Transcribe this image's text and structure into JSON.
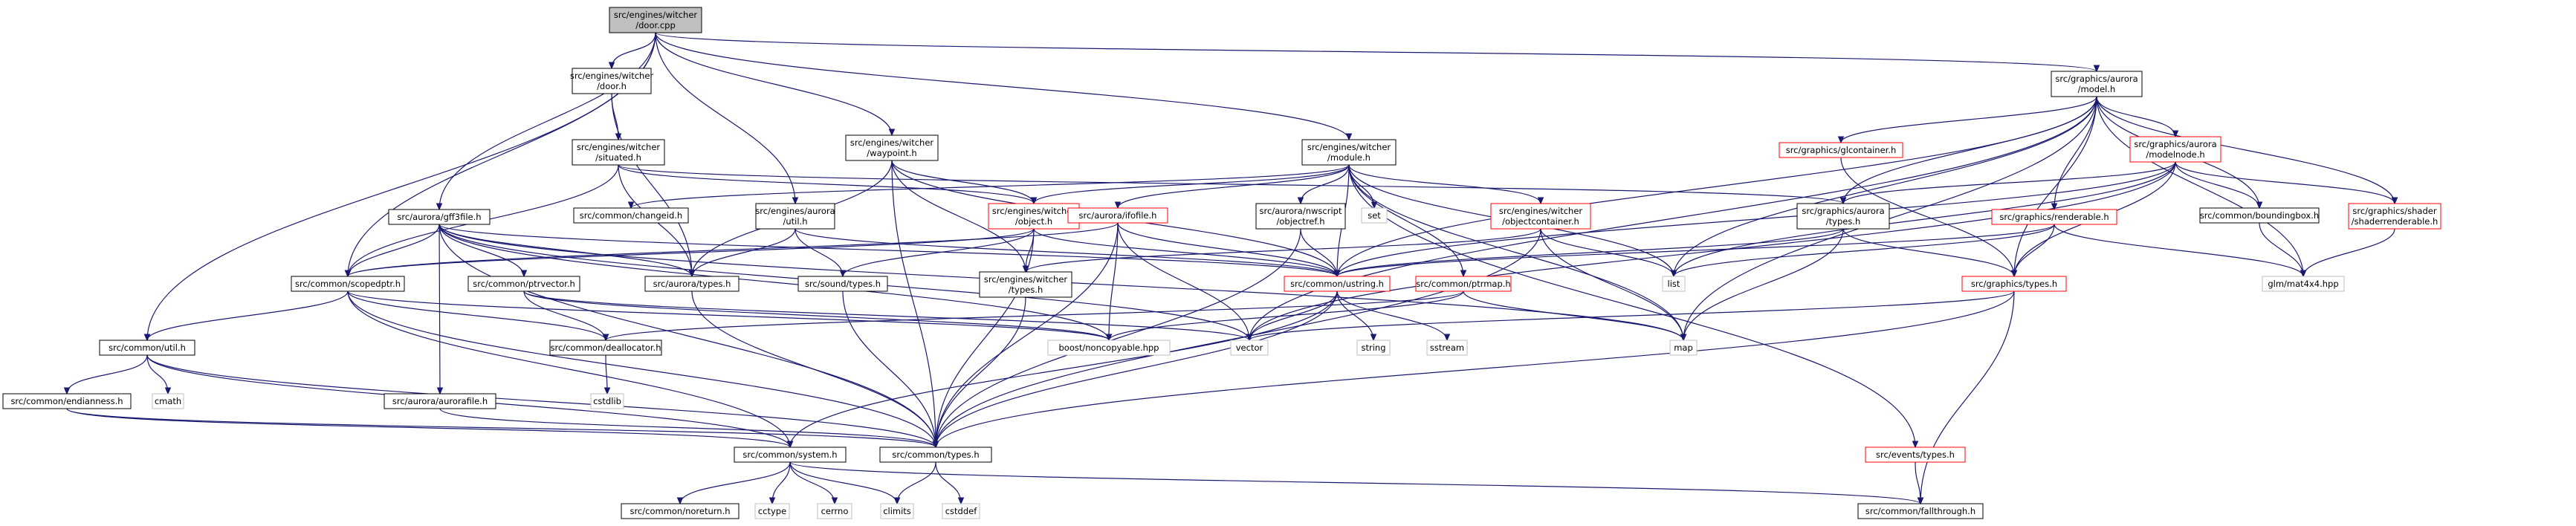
{
  "title": "src/engines/witcher/door.cpp include dependency graph",
  "colors": {
    "edge": "#191970",
    "root_fill": "#bfbfbf",
    "red_border": "#ff0000",
    "system_border": "#bfbfbf"
  },
  "nodes": [
    {
      "id": "door_cpp",
      "lines": [
        "src/engines/witcher",
        "/door.cpp"
      ],
      "style": "root"
    },
    {
      "id": "door_h",
      "lines": [
        "src/engines/witcher",
        "/door.h"
      ],
      "style": "normal"
    },
    {
      "id": "situated_h",
      "lines": [
        "src/engines/witcher",
        "/situated.h"
      ],
      "style": "normal"
    },
    {
      "id": "waypoint_h",
      "lines": [
        "src/engines/witcher",
        "/waypoint.h"
      ],
      "style": "normal"
    },
    {
      "id": "module_h",
      "lines": [
        "src/engines/witcher",
        "/module.h"
      ],
      "style": "normal"
    },
    {
      "id": "model_h",
      "lines": [
        "src/graphics/aurora",
        "/model.h"
      ],
      "style": "normal"
    },
    {
      "id": "glcontainer_h",
      "lines": [
        "src/graphics/glcontainer.h"
      ],
      "style": "red"
    },
    {
      "id": "modelnode_h",
      "lines": [
        "src/graphics/aurora",
        "/modelnode.h"
      ],
      "style": "red"
    },
    {
      "id": "changeid_h",
      "lines": [
        "src/common/changeid.h"
      ],
      "style": "normal"
    },
    {
      "id": "object_h",
      "lines": [
        "src/engines/witcher",
        "/object.h"
      ],
      "style": "red"
    },
    {
      "id": "ifofile_h",
      "lines": [
        "src/aurora/ifofile.h"
      ],
      "style": "red"
    },
    {
      "id": "objectref_h",
      "lines": [
        "src/aurora/nwscript",
        "/objectref.h"
      ],
      "style": "normal"
    },
    {
      "id": "set",
      "lines": [
        "set"
      ],
      "style": "sys"
    },
    {
      "id": "objectcontainer_h",
      "lines": [
        "src/engines/witcher",
        "/objectcontainer.h"
      ],
      "style": "red"
    },
    {
      "id": "gfx_aurora_types_h",
      "lines": [
        "src/graphics/aurora",
        "/types.h"
      ],
      "style": "normal"
    },
    {
      "id": "renderable_h",
      "lines": [
        "src/graphics/renderable.h"
      ],
      "style": "red"
    },
    {
      "id": "boundingbox_h",
      "lines": [
        "src/common/boundingbox.h"
      ],
      "style": "normal"
    },
    {
      "id": "shaderrenderable_h",
      "lines": [
        "src/graphics/shader",
        "/shaderrenderable.h"
      ],
      "style": "red"
    },
    {
      "id": "gff3file_h",
      "lines": [
        "src/aurora/gff3file.h"
      ],
      "style": "normal"
    },
    {
      "id": "eng_aurora_util_h",
      "lines": [
        "src/engines/aurora",
        "/util.h"
      ],
      "style": "normal"
    },
    {
      "id": "scopedptr_h",
      "lines": [
        "src/common/scopedptr.h"
      ],
      "style": "normal"
    },
    {
      "id": "ptrvector_h",
      "lines": [
        "src/common/ptrvector.h"
      ],
      "style": "normal"
    },
    {
      "id": "aurora_types_h",
      "lines": [
        "src/aurora/types.h"
      ],
      "style": "normal"
    },
    {
      "id": "sound_types_h",
      "lines": [
        "src/sound/types.h"
      ],
      "style": "normal"
    },
    {
      "id": "witcher_types_h",
      "lines": [
        "src/engines/witcher",
        "/types.h"
      ],
      "style": "normal"
    },
    {
      "id": "ustring_h",
      "lines": [
        "src/common/ustring.h"
      ],
      "style": "red"
    },
    {
      "id": "ptrmap_h",
      "lines": [
        "src/common/ptrmap.h"
      ],
      "style": "red"
    },
    {
      "id": "list",
      "lines": [
        "list"
      ],
      "style": "sys"
    },
    {
      "id": "gfx_types_h",
      "lines": [
        "src/graphics/types.h"
      ],
      "style": "red"
    },
    {
      "id": "glm_mat4x4",
      "lines": [
        "glm/mat4x4.hpp"
      ],
      "style": "sys"
    },
    {
      "id": "util_h",
      "lines": [
        "src/common/util.h"
      ],
      "style": "normal"
    },
    {
      "id": "deallocator_h",
      "lines": [
        "src/common/deallocator.h"
      ],
      "style": "normal"
    },
    {
      "id": "noncopyable",
      "lines": [
        "boost/noncopyable.hpp"
      ],
      "style": "sys"
    },
    {
      "id": "vector",
      "lines": [
        "vector"
      ],
      "style": "sys"
    },
    {
      "id": "map",
      "lines": [
        "map"
      ],
      "style": "sys"
    },
    {
      "id": "string",
      "lines": [
        "string"
      ],
      "style": "sys"
    },
    {
      "id": "sstream",
      "lines": [
        "sstream"
      ],
      "style": "sys"
    },
    {
      "id": "cmath",
      "lines": [
        "cmath"
      ],
      "style": "sys"
    },
    {
      "id": "endianness_h",
      "lines": [
        "src/common/endianness.h"
      ],
      "style": "normal"
    },
    {
      "id": "aurorafile_h",
      "lines": [
        "src/aurora/aurorafile.h"
      ],
      "style": "normal"
    },
    {
      "id": "cstdlib",
      "lines": [
        "cstdlib"
      ],
      "style": "sys"
    },
    {
      "id": "events_types_h",
      "lines": [
        "src/events/types.h"
      ],
      "style": "red"
    },
    {
      "id": "system_h",
      "lines": [
        "src/common/system.h"
      ],
      "style": "normal"
    },
    {
      "id": "common_types_h",
      "lines": [
        "src/common/types.h"
      ],
      "style": "normal"
    },
    {
      "id": "noreturn_h",
      "lines": [
        "src/common/noreturn.h"
      ],
      "style": "normal"
    },
    {
      "id": "cctype",
      "lines": [
        "cctype"
      ],
      "style": "sys"
    },
    {
      "id": "cerrno",
      "lines": [
        "cerrno"
      ],
      "style": "sys"
    },
    {
      "id": "climits",
      "lines": [
        "climits"
      ],
      "style": "sys"
    },
    {
      "id": "cstddef",
      "lines": [
        "cstddef"
      ],
      "style": "sys"
    },
    {
      "id": "fallthrough_h",
      "lines": [
        "src/common/fallthrough.h"
      ],
      "style": "normal"
    }
  ],
  "edges": [
    [
      "door_cpp",
      "door_h"
    ],
    [
      "door_cpp",
      "waypoint_h"
    ],
    [
      "door_cpp",
      "module_h"
    ],
    [
      "door_cpp",
      "model_h"
    ],
    [
      "door_cpp",
      "gff3file_h"
    ],
    [
      "door_cpp",
      "eng_aurora_util_h"
    ],
    [
      "door_cpp",
      "scopedptr_h"
    ],
    [
      "door_cpp",
      "util_h"
    ],
    [
      "door_h",
      "situated_h"
    ],
    [
      "door_h",
      "aurora_types_h"
    ],
    [
      "situated_h",
      "object_h"
    ],
    [
      "situated_h",
      "gfx_aurora_types_h"
    ],
    [
      "situated_h",
      "scopedptr_h"
    ],
    [
      "situated_h",
      "aurora_types_h"
    ],
    [
      "waypoint_h",
      "object_h"
    ],
    [
      "waypoint_h",
      "aurora_types_h"
    ],
    [
      "waypoint_h",
      "ustring_h"
    ],
    [
      "waypoint_h",
      "witcher_types_h"
    ],
    [
      "waypoint_h",
      "common_types_h"
    ],
    [
      "module_h",
      "object_h"
    ],
    [
      "module_h",
      "ifofile_h"
    ],
    [
      "module_h",
      "objectref_h"
    ],
    [
      "module_h",
      "set"
    ],
    [
      "module_h",
      "objectcontainer_h"
    ],
    [
      "module_h",
      "changeid_h"
    ],
    [
      "module_h",
      "ustring_h"
    ],
    [
      "module_h",
      "ptrmap_h"
    ],
    [
      "module_h",
      "list"
    ],
    [
      "module_h",
      "map"
    ],
    [
      "module_h",
      "events_types_h"
    ],
    [
      "model_h",
      "glcontainer_h"
    ],
    [
      "model_h",
      "modelnode_h"
    ],
    [
      "model_h",
      "renderable_h"
    ],
    [
      "model_h",
      "boundingbox_h"
    ],
    [
      "model_h",
      "shaderrenderable_h"
    ],
    [
      "model_h",
      "gfx_aurora_types_h"
    ],
    [
      "model_h",
      "gfx_types_h"
    ],
    [
      "model_h",
      "glm_mat4x4"
    ],
    [
      "model_h",
      "ustring_h"
    ],
    [
      "model_h",
      "list"
    ],
    [
      "model_h",
      "vector"
    ],
    [
      "model_h",
      "map"
    ],
    [
      "glcontainer_h",
      "gfx_types_h"
    ],
    [
      "modelnode_h",
      "gfx_aurora_types_h"
    ],
    [
      "modelnode_h",
      "boundingbox_h"
    ],
    [
      "modelnode_h",
      "shaderrenderable_h"
    ],
    [
      "modelnode_h",
      "ustring_h"
    ],
    [
      "modelnode_h",
      "gfx_types_h"
    ],
    [
      "modelnode_h",
      "list"
    ],
    [
      "modelnode_h",
      "vector"
    ],
    [
      "renderable_h",
      "gfx_types_h"
    ],
    [
      "renderable_h",
      "glm_mat4x4"
    ],
    [
      "renderable_h",
      "list"
    ],
    [
      "renderable_h",
      "ustring_h"
    ],
    [
      "boundingbox_h",
      "glm_mat4x4"
    ],
    [
      "shaderrenderable_h",
      "glm_mat4x4"
    ],
    [
      "object_h",
      "witcher_types_h"
    ],
    [
      "object_h",
      "sound_types_h"
    ],
    [
      "object_h",
      "ustring_h"
    ],
    [
      "object_h",
      "scopedptr_h"
    ],
    [
      "object_h",
      "common_types_h"
    ],
    [
      "ifofile_h",
      "ustring_h"
    ],
    [
      "ifofile_h",
      "scopedptr_h"
    ],
    [
      "ifofile_h",
      "noncopyable"
    ],
    [
      "ifofile_h",
      "vector"
    ],
    [
      "ifofile_h",
      "common_types_h"
    ],
    [
      "objectref_h",
      "ustring_h"
    ],
    [
      "objectref_h",
      "common_types_h"
    ],
    [
      "objectcontainer_h",
      "witcher_types_h"
    ],
    [
      "objectcontainer_h",
      "list"
    ],
    [
      "objectcontainer_h",
      "map"
    ],
    [
      "objectcontainer_h",
      "common_types_h"
    ],
    [
      "gfx_aurora_types_h",
      "gfx_types_h"
    ],
    [
      "gfx_aurora_types_h",
      "ustring_h"
    ],
    [
      "gfx_aurora_types_h",
      "map"
    ],
    [
      "gfx_types_h",
      "common_types_h"
    ],
    [
      "gfx_types_h",
      "vector"
    ],
    [
      "gfx_types_h",
      "fallthrough_h"
    ],
    [
      "gff3file_h",
      "scopedptr_h"
    ],
    [
      "gff3file_h",
      "ptrvector_h"
    ],
    [
      "gff3file_h",
      "aurora_types_h"
    ],
    [
      "gff3file_h",
      "aurorafile_h"
    ],
    [
      "gff3file_h",
      "ustring_h"
    ],
    [
      "gff3file_h",
      "noncopyable"
    ],
    [
      "gff3file_h",
      "vector"
    ],
    [
      "gff3file_h",
      "map"
    ],
    [
      "gff3file_h",
      "common_types_h"
    ],
    [
      "eng_aurora_util_h",
      "aurora_types_h"
    ],
    [
      "eng_aurora_util_h",
      "sound_types_h"
    ],
    [
      "eng_aurora_util_h",
      "ustring_h"
    ],
    [
      "scopedptr_h",
      "util_h"
    ],
    [
      "scopedptr_h",
      "deallocator_h"
    ],
    [
      "scopedptr_h",
      "noncopyable"
    ],
    [
      "scopedptr_h",
      "system_h"
    ],
    [
      "scopedptr_h",
      "common_types_h"
    ],
    [
      "ptrvector_h",
      "deallocator_h"
    ],
    [
      "ptrvector_h",
      "noncopyable"
    ],
    [
      "ptrvector_h",
      "vector"
    ],
    [
      "aurora_types_h",
      "common_types_h"
    ],
    [
      "sound_types_h",
      "common_types_h"
    ],
    [
      "witcher_types_h",
      "common_types_h"
    ],
    [
      "ustring_h",
      "vector"
    ],
    [
      "ustring_h",
      "string"
    ],
    [
      "ustring_h",
      "sstream"
    ],
    [
      "ustring_h",
      "common_types_h"
    ],
    [
      "ustring_h",
      "system_h"
    ],
    [
      "ptrmap_h",
      "deallocator_h"
    ],
    [
      "ptrmap_h",
      "noncopyable"
    ],
    [
      "ptrmap_h",
      "map"
    ],
    [
      "util_h",
      "cmath"
    ],
    [
      "util_h",
      "endianness_h"
    ],
    [
      "util_h",
      "system_h"
    ],
    [
      "util_h",
      "common_types_h"
    ],
    [
      "endianness_h",
      "system_h"
    ],
    [
      "endianness_h",
      "common_types_h"
    ],
    [
      "aurorafile_h",
      "common_types_h"
    ],
    [
      "deallocator_h",
      "cstdlib"
    ],
    [
      "events_types_h",
      "fallthrough_h"
    ],
    [
      "system_h",
      "noreturn_h"
    ],
    [
      "system_h",
      "cctype"
    ],
    [
      "system_h",
      "cerrno"
    ],
    [
      "system_h",
      "climits"
    ],
    [
      "system_h",
      "fallthrough_h"
    ],
    [
      "common_types_h",
      "climits"
    ],
    [
      "common_types_h",
      "cstddef"
    ]
  ]
}
